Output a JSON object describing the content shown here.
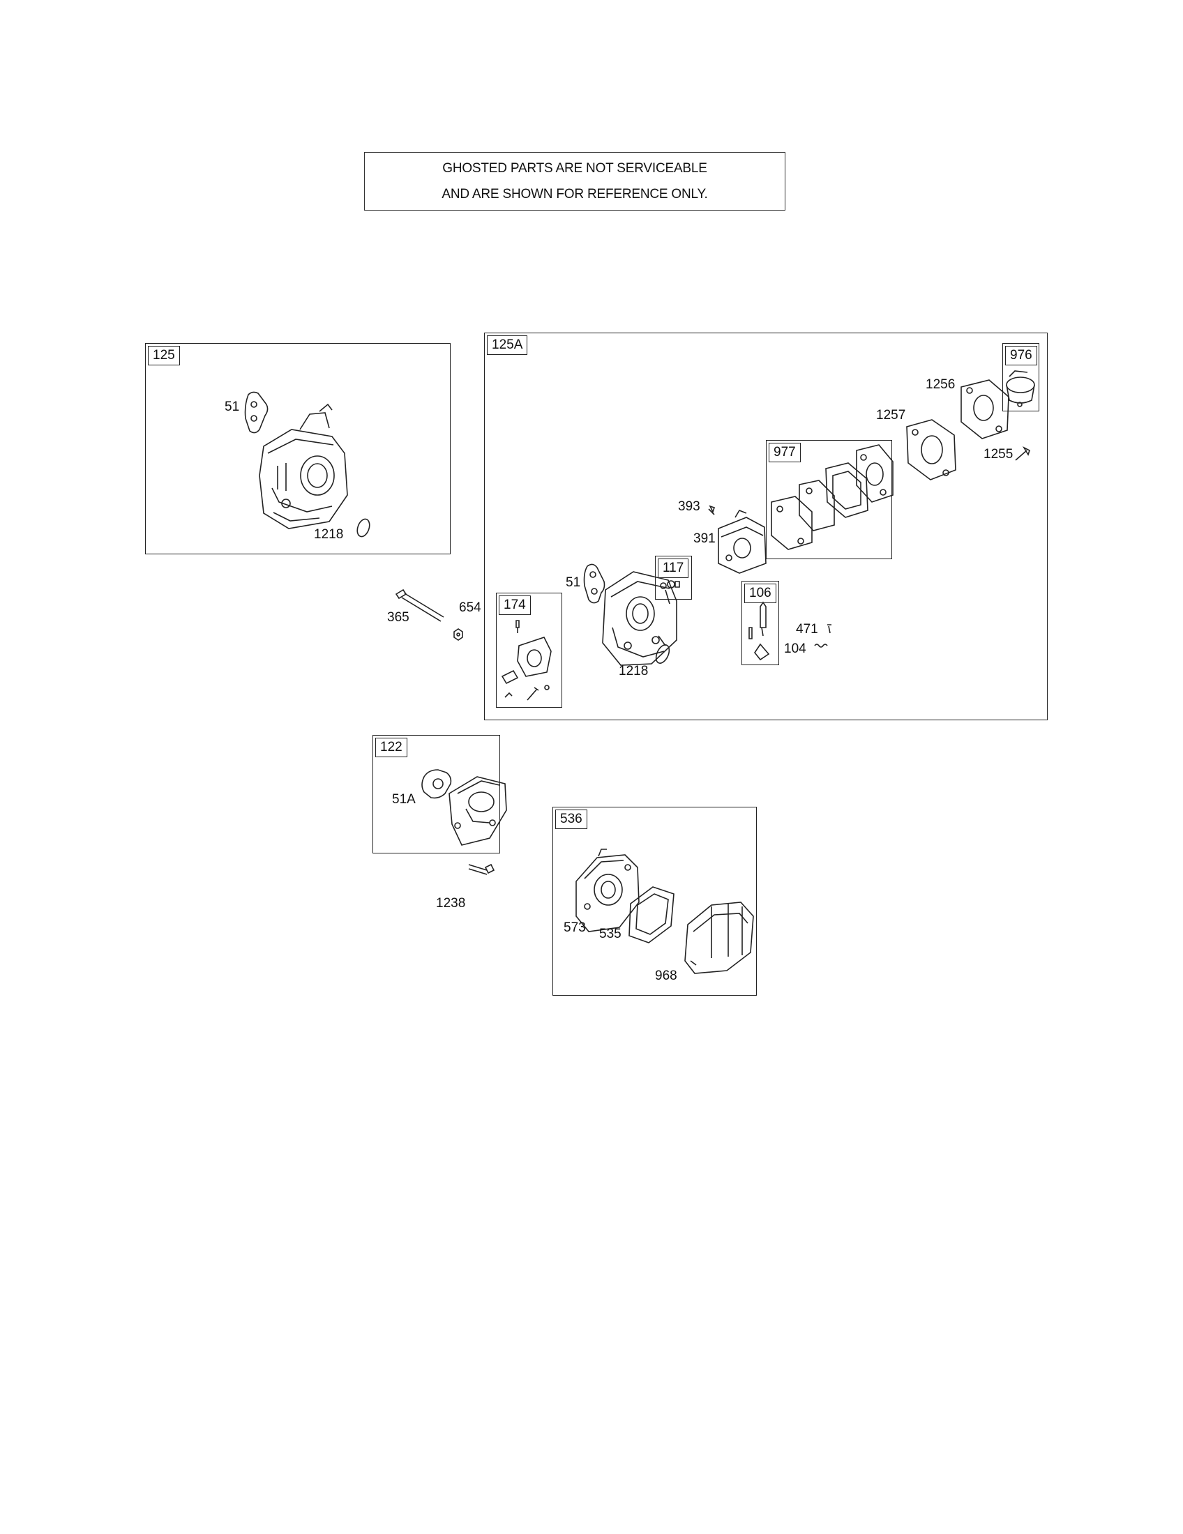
{
  "notice": {
    "line1": "GHOSTED PARTS ARE NOT SERVICEABLE",
    "line2": "AND ARE SHOWN FOR REFERENCE ONLY."
  },
  "assemblies": {
    "a125": "125",
    "a125A": "125A",
    "a976": "976",
    "a977": "977",
    "a117": "117",
    "a106": "106",
    "a174": "174",
    "a122": "122",
    "a536": "536"
  },
  "parts": {
    "p51_top": "51",
    "p1218_top": "1218",
    "p1256": "1256",
    "p1257": "1257",
    "p1255": "1255",
    "p393": "393",
    "p391": "391",
    "p51_mid": "51",
    "p365": "365",
    "p654": "654",
    "p1218_mid": "1218",
    "p471": "471",
    "p104": "104",
    "p51A": "51A",
    "p1238": "1238",
    "p573": "573",
    "p535": "535",
    "p968": "968"
  }
}
